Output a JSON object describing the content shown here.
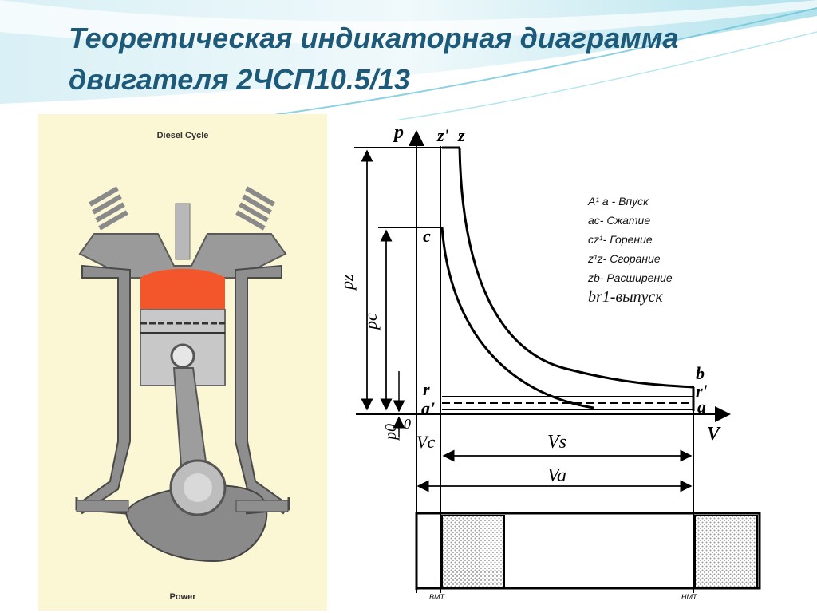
{
  "slide": {
    "title_line1": "Теоретическая индикаторная диаграмма",
    "title_line2": "двигателя 2ЧСП10.5/13"
  },
  "left_image": {
    "caption_top": "Diesel Cycle",
    "caption_bottom": "Power"
  },
  "diagram": {
    "axis_p": "p",
    "axis_v": "V",
    "points": {
      "z_prime": "z'",
      "z": "z",
      "c": "c",
      "b": "b",
      "r_prime": "r'",
      "r": "r",
      "a_prime": "a'",
      "a": "a",
      "zero": "0"
    },
    "labels": {
      "pz": "pz",
      "pc": "pc",
      "p0": "p0",
      "vc": "Vc",
      "vs": "Vs",
      "va": "Va"
    },
    "bottom": {
      "vmt": "BMT",
      "nmt": "HMT"
    },
    "legend": [
      "A¹ a - Впуск",
      "ac- Сжатие",
      "cz¹- Горение",
      "z¹z- Сгорание",
      "zb- Расширение",
      "br1-выпуск"
    ]
  },
  "colors": {
    "title": "#1d5a7a",
    "panel_bg": "#fbf6d3",
    "combustion": "#f4562b"
  }
}
